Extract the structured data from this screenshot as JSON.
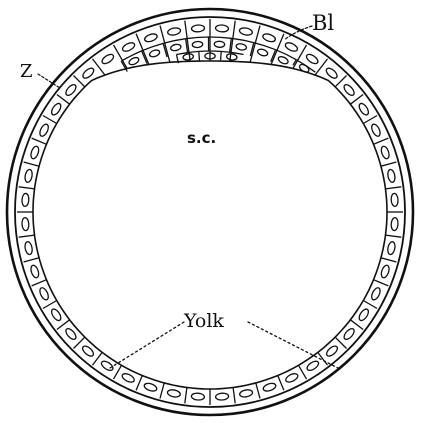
{
  "figure": {
    "labels": {
      "bl": "Bl",
      "z": "Z",
      "sc": "s.c.",
      "yolk": "Yolk"
    },
    "ink_color": "#111111",
    "background_color": "#ffffff"
  }
}
